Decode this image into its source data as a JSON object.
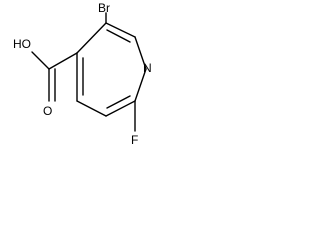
{
  "molecule": {
    "atoms": {
      "bromine": "Br",
      "nitrogen": "N",
      "fluorine": "F",
      "hydroxyl": "HO",
      "carbonyl_oxygen": "O"
    }
  }
}
